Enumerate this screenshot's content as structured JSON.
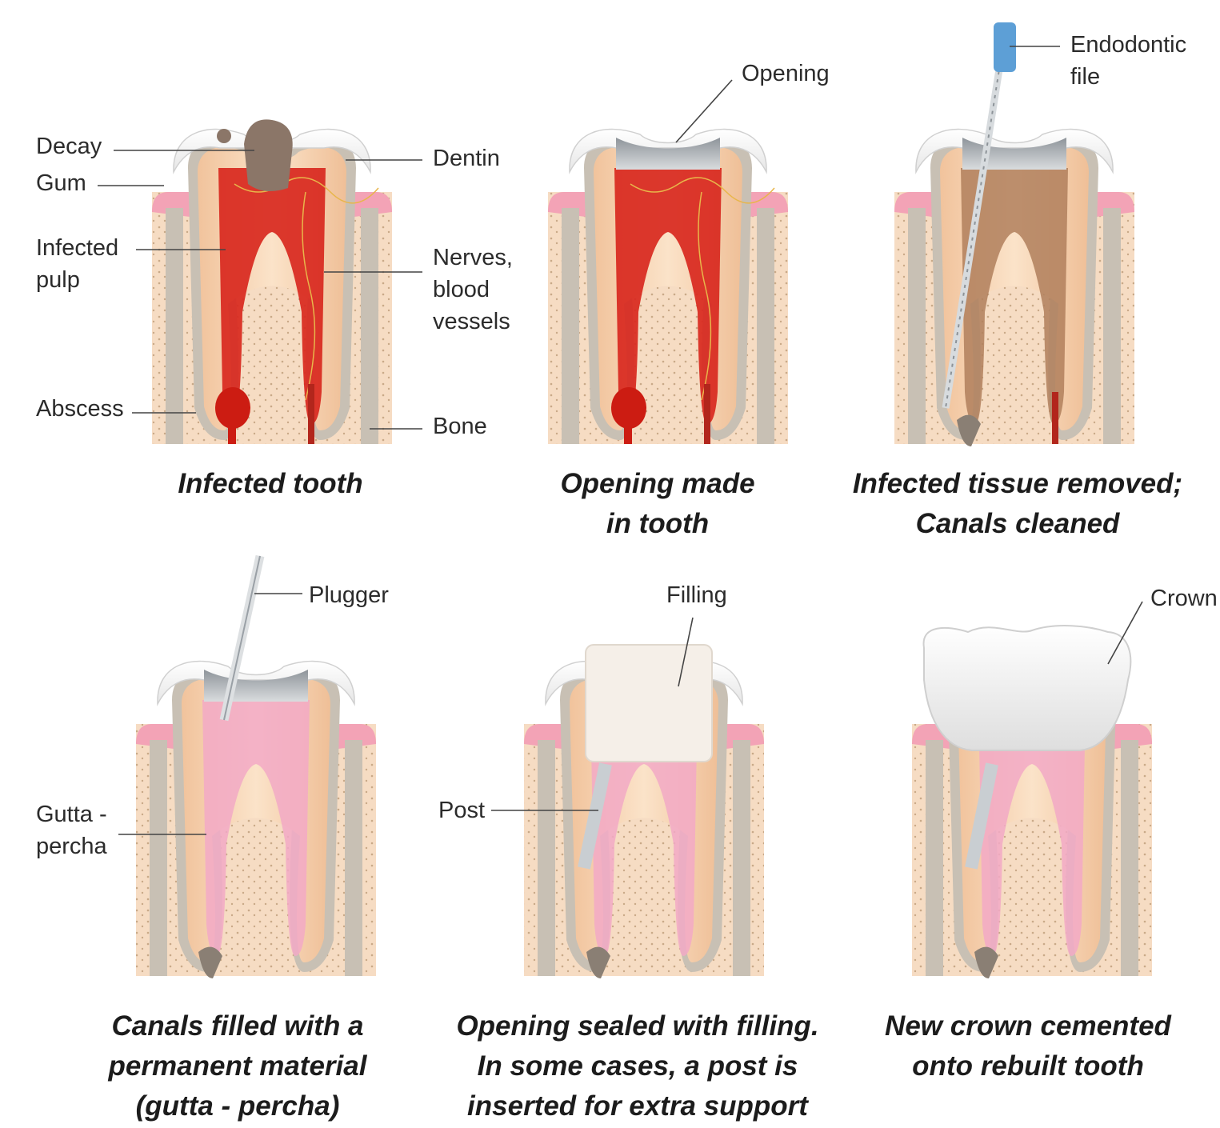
{
  "labels": {
    "decay": "Decay",
    "gum": "Gum",
    "infected_pulp": [
      "Infected",
      "pulp"
    ],
    "abscess": "Abscess",
    "dentin": "Dentin",
    "nerves": [
      "Nerves,",
      "blood",
      "vessels"
    ],
    "bone": "Bone",
    "opening": "Opening",
    "endodontic_file": [
      "Endodontic",
      "file"
    ],
    "plugger": "Plugger",
    "gutta_percha": [
      "Gutta -",
      "percha"
    ],
    "filling": "Filling",
    "post": "Post",
    "crown": "Crown"
  },
  "captions": [
    [
      "Infected tooth"
    ],
    [
      "Opening made",
      "in tooth"
    ],
    [
      "Infected tissue removed;",
      "Canals cleaned"
    ],
    [
      "Canals filled with a",
      "permanent material",
      "(gutta - percha)"
    ],
    [
      "Opening sealed with filling.",
      "In some cases, a post is",
      "inserted for extra support"
    ],
    [
      "New crown cemented",
      "onto rebuilt tooth"
    ]
  ],
  "colors": {
    "bone": "#f6dcc3",
    "gum": "#f3a3b6",
    "enamel": "#f1f1f1",
    "dentin": "#f5cba5",
    "pulp_infected": "#d8281e",
    "canal_cleaned": "#b07f5c",
    "gutta_percha": "#f2a9c6",
    "filling": "#f5efe8",
    "metal": "#9aa0a6",
    "file_handle": "#5d9fd6",
    "text": "#2b2b2b"
  }
}
